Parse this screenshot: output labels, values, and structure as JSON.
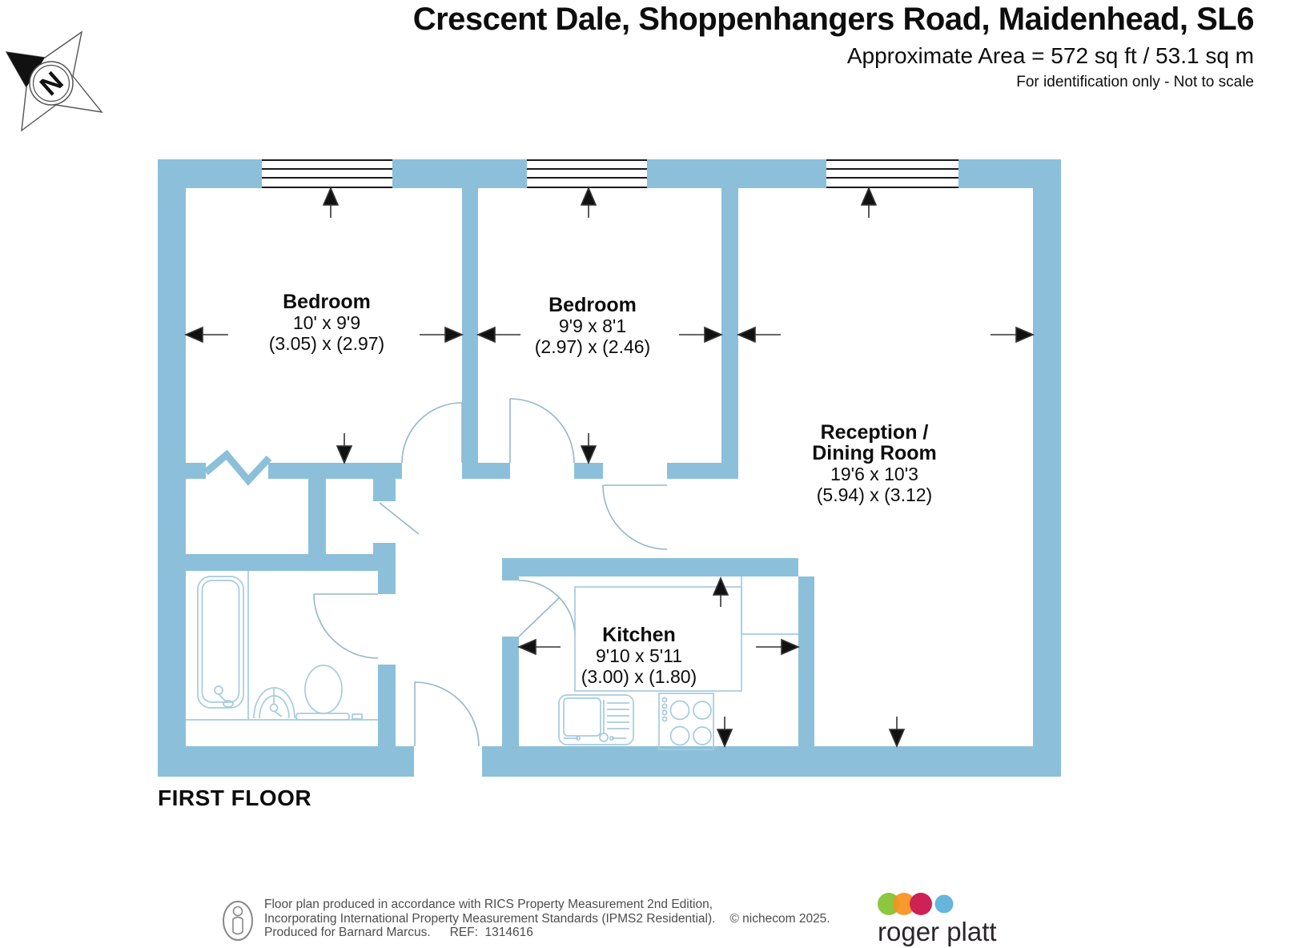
{
  "header": {
    "title": "Crescent Dale, Shoppenhangers Road, Maidenhead, SL6",
    "area": "Approximate Area = 572 sq ft / 53.1 sq m",
    "disclaimer": "For identification only - Not to scale"
  },
  "compass": {
    "north_letter": "N"
  },
  "plan": {
    "floor_label": "FIRST FLOOR",
    "rooms": {
      "bedroom1": {
        "name": "Bedroom",
        "size_imperial": "10' x 9'9",
        "size_metric": "(3.05) x (2.97)"
      },
      "bedroom2": {
        "name": "Bedroom",
        "size_imperial": "9'9 x 8'1",
        "size_metric": "(2.97) x (2.46)"
      },
      "reception": {
        "name_line1": "Reception /",
        "name_line2": "Dining Room",
        "size_imperial": "19'6 x 10'3",
        "size_metric": "(5.94) x (3.12)"
      },
      "kitchen": {
        "name": "Kitchen",
        "size_imperial": "9'10 x 5'11",
        "size_metric": "(3.00) x (1.80)"
      }
    }
  },
  "footer": {
    "line1": "Floor plan produced in accordance with RICS Property Measurement 2nd Edition,",
    "line2": "Incorporating International Property Measurement Standards (IPMS2 Residential).",
    "copyright": "© nichecom 2025.",
    "produced_for": "Produced for Barnard Marcus.",
    "ref": "REF:  1314616",
    "brand": "roger platt"
  },
  "colors": {
    "wall": "#8cc0da",
    "fixture_line": "#a6cbdf",
    "door_line": "#94b7c9",
    "arrow": "#111111",
    "window_line": "#1a1a1a",
    "logo_green": "#8dc63f",
    "logo_orange": "#f6921e",
    "logo_crimson": "#ce2156",
    "logo_blue": "#66b5dc"
  }
}
